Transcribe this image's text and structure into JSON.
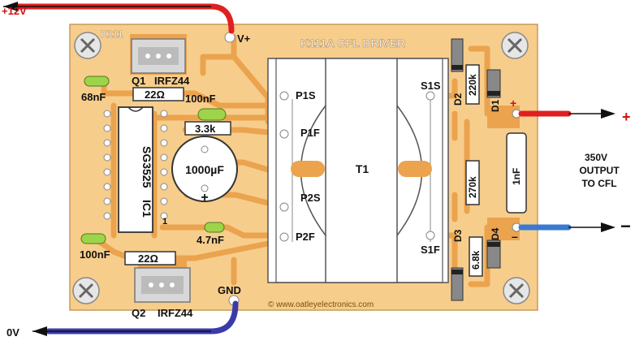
{
  "board": {
    "title": "K111A CFL DRIVER",
    "code": "K111",
    "copyright": "©  www.oatleyelectronics.com"
  },
  "wires": {
    "pos12": "+12V",
    "zero": "0V",
    "plus": "+",
    "minus": "−"
  },
  "pads": {
    "vplus": "V+",
    "gnd": "GND",
    "plus": "+",
    "minus": "–"
  },
  "output": {
    "line1": "350V",
    "line2": "OUTPUT",
    "line3": "TO CFL"
  },
  "components": {
    "q1": "Q1",
    "q1_type": "IRFZ44",
    "q2": "Q2",
    "q2_type": "IRFZ44",
    "c68n": "68nF",
    "r22a": "22Ω",
    "c100n_top": "100nF",
    "r3k3": "3.3k",
    "ic_name": "SG3525",
    "ic_ref": "IC1",
    "ic_pin1": "1",
    "c1000u": "1000µF",
    "cap_plus": "+",
    "c4n7": "4.7nF",
    "c100n_bot": "100nF",
    "r22b": "22Ω",
    "t1": "T1",
    "p1s": "P1S",
    "p1f": "P1F",
    "p2s": "P2S",
    "p2f": "P2F",
    "s1s": "S1S",
    "s1f": "S1F",
    "d1": "D1",
    "d2": "D2",
    "d3": "D3",
    "d4": "D4",
    "r220k": "220k",
    "r270k": "270k",
    "r6k8": "6.8k",
    "c1n": "1nF"
  },
  "colors": {
    "board": "#f7cd8c",
    "copper": "#eba34e",
    "pad": "#ffffff",
    "red_wire": "#e02020",
    "blue_wire": "#3a3aaa",
    "cap_green": "#9ed44a"
  }
}
